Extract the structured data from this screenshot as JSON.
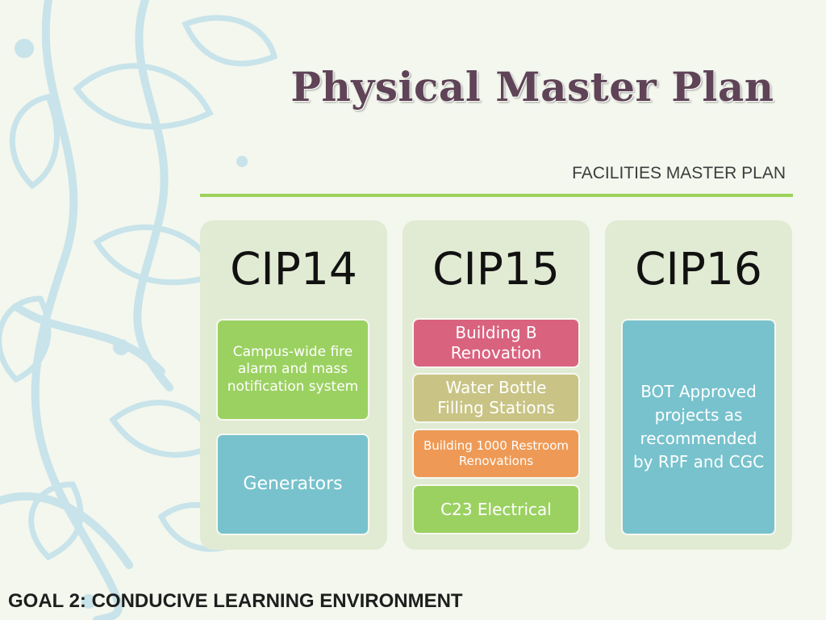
{
  "slide": {
    "title": "Physical Master Plan",
    "subtitle": "FACILITIES MASTER PLAN",
    "footer": "GOAL 2: CONDUCIVE LEARNING ENVIRONMENT"
  },
  "columns": [
    {
      "header": "CIP14",
      "items": [
        {
          "label": "Campus-wide fire alarm and mass notification system",
          "color": "#9bd161"
        },
        {
          "label": "Generators",
          "color": "#77c2cd"
        }
      ]
    },
    {
      "header": "CIP15",
      "items": [
        {
          "label": "Building B Renovation",
          "color": "#d9637f"
        },
        {
          "label": "Water Bottle Filling Stations",
          "color": "#c9c485"
        },
        {
          "label": "Building 1000 Restroom Renovations",
          "color": "#ee9a56"
        },
        {
          "label": "C23 Electrical",
          "color": "#9bd161"
        }
      ]
    },
    {
      "header": "CIP16",
      "items": [
        {
          "label": "BOT Approved projects as recommended by RPF and CGC",
          "color": "#77c2cd"
        }
      ]
    }
  ],
  "colors": {
    "background": "#f3f7ee",
    "rule": "#9ed15b",
    "title": "#5f4356",
    "decor": "#c8e3ea"
  }
}
